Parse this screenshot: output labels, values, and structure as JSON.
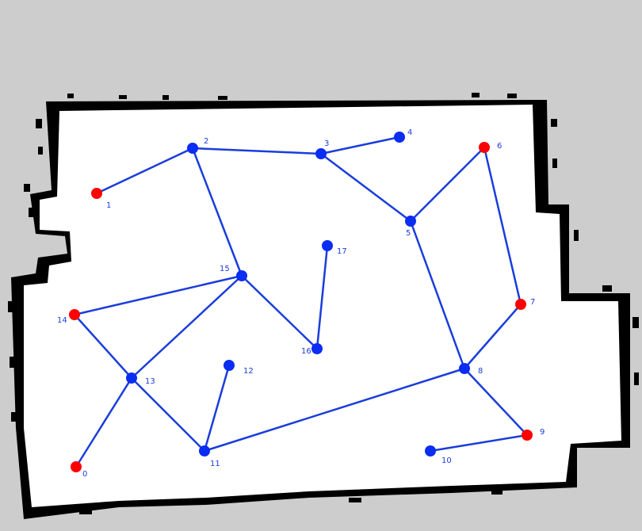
{
  "colors": {
    "background": "#cdcdcd",
    "free_space": "#ffffff",
    "wall": "#000000",
    "edge": "#1a3ddb",
    "node_default": "#0b2cf2",
    "node_highlight": "#ff0000",
    "label": "#1a3ddb"
  },
  "graph": {
    "nodes": [
      {
        "id": "0",
        "highlight": true
      },
      {
        "id": "1",
        "highlight": true
      },
      {
        "id": "2",
        "highlight": false
      },
      {
        "id": "3",
        "highlight": false
      },
      {
        "id": "4",
        "highlight": false
      },
      {
        "id": "5",
        "highlight": false
      },
      {
        "id": "6",
        "highlight": true
      },
      {
        "id": "7",
        "highlight": true
      },
      {
        "id": "8",
        "highlight": false
      },
      {
        "id": "9",
        "highlight": true
      },
      {
        "id": "10",
        "highlight": false
      },
      {
        "id": "11",
        "highlight": false
      },
      {
        "id": "12",
        "highlight": false
      },
      {
        "id": "13",
        "highlight": false
      },
      {
        "id": "14",
        "highlight": true
      },
      {
        "id": "15",
        "highlight": false
      },
      {
        "id": "16",
        "highlight": false
      },
      {
        "id": "17",
        "highlight": false
      }
    ],
    "edges": [
      [
        "1",
        "2"
      ],
      [
        "2",
        "3"
      ],
      [
        "3",
        "4"
      ],
      [
        "2",
        "15"
      ],
      [
        "3",
        "5"
      ],
      [
        "5",
        "6"
      ],
      [
        "6",
        "7"
      ],
      [
        "5",
        "8"
      ],
      [
        "7",
        "8"
      ],
      [
        "8",
        "9"
      ],
      [
        "9",
        "10"
      ],
      [
        "8",
        "11"
      ],
      [
        "15",
        "14"
      ],
      [
        "15",
        "13"
      ],
      [
        "15",
        "16"
      ],
      [
        "16",
        "17"
      ],
      [
        "14",
        "13"
      ],
      [
        "13",
        "0"
      ],
      [
        "13",
        "11"
      ],
      [
        "11",
        "12"
      ]
    ]
  }
}
